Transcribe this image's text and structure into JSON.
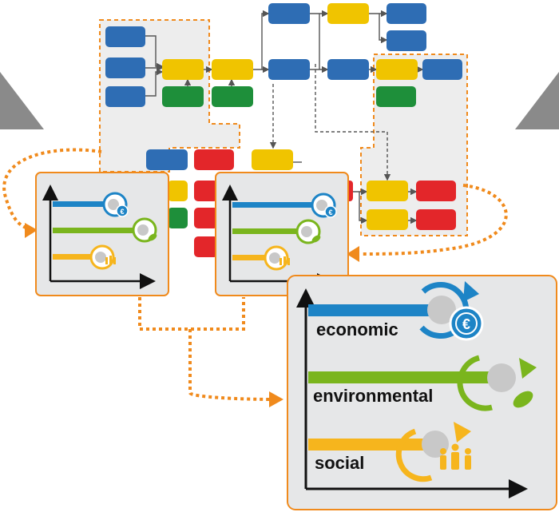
{
  "colors": {
    "blue": "#2e6db4",
    "yellow": "#f0c400",
    "green": "#1e8f3a",
    "red": "#e3262a",
    "orange": "#f08a1c",
    "panel_fill": "#e6e7e8",
    "region_fill": "#ededed",
    "side_gray": "#8a8a8a",
    "bar_blue": "#1d84c6",
    "bar_green": "#7ab51d",
    "bar_yellow": "#f6b51d"
  },
  "icons": {
    "economic": "globe-euro-cycle-icon",
    "environmental": "globe-leaf-cycle-icon",
    "social": "globe-people-cycle-icon"
  },
  "labels": {
    "economic": "economic",
    "environmental": "environmental",
    "social": "social"
  }
}
